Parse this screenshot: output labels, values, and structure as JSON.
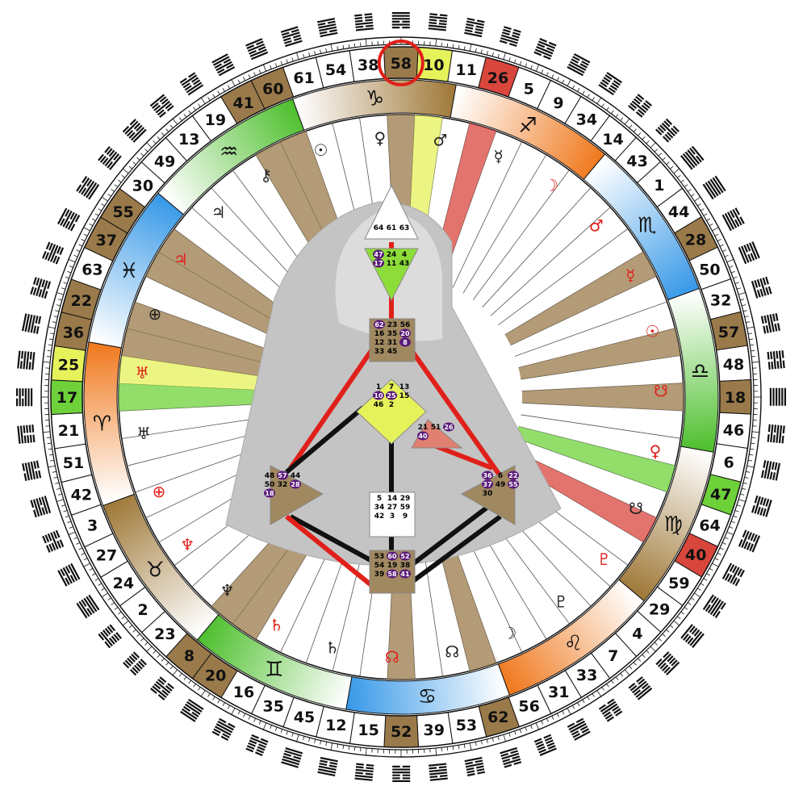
{
  "wheel": {
    "gate_sequence": [
      "10",
      "11",
      "26",
      "5",
      "9",
      "34",
      "14",
      "43",
      "1",
      "44",
      "28",
      "50",
      "32",
      "57",
      "48",
      "18",
      "46",
      "6",
      "47",
      "64",
      "40",
      "59",
      "29",
      "4",
      "7",
      "33",
      "31",
      "56",
      "62",
      "53",
      "39",
      "52",
      "15",
      "12",
      "45",
      "35",
      "16",
      "20",
      "8",
      "23",
      "2",
      "24",
      "27",
      "3",
      "42",
      "51",
      "21",
      "17",
      "25",
      "36",
      "22",
      "63",
      "37",
      "55",
      "30",
      "49",
      "13",
      "19",
      "41",
      "60",
      "61",
      "54",
      "38",
      "58"
    ],
    "highlighted_gates": {
      "10": "#e6f25a",
      "26": "#d9463c",
      "28": "#9a7a4a",
      "57": "#9a7a4a",
      "18": "#9a7a4a",
      "47": "#6fd13a",
      "40": "#d9463c",
      "62": "#9a7a4a",
      "52": "#9a7a4a",
      "20": "#9a7a4a",
      "8": "#9a7a4a",
      "17": "#6fd13a",
      "25": "#e6f25a",
      "36": "#9a7a4a",
      "22": "#9a7a4a",
      "37": "#9a7a4a",
      "55": "#9a7a4a",
      "41": "#9a7a4a",
      "60": "#9a7a4a",
      "58": "#9a7a4a"
    },
    "circled_gate": "58",
    "circle_color": "#e0201a"
  },
  "zodiac": [
    {
      "glyph": "♑",
      "name": "capricorn"
    },
    {
      "glyph": "♐",
      "name": "sagittarius"
    },
    {
      "glyph": "♏",
      "name": "scorpio"
    },
    {
      "glyph": "♎",
      "name": "libra"
    },
    {
      "glyph": "♍",
      "name": "virgo"
    },
    {
      "glyph": "♌",
      "name": "leo"
    },
    {
      "glyph": "♋",
      "name": "cancer"
    },
    {
      "glyph": "♊",
      "name": "gemini"
    },
    {
      "glyph": "♉",
      "name": "taurus"
    },
    {
      "glyph": "♈",
      "name": "aries"
    },
    {
      "glyph": "♓",
      "name": "pisces"
    },
    {
      "glyph": "♒",
      "name": "aquarius"
    }
  ],
  "planets": [
    {
      "glyph": "☉",
      "color": "#222222",
      "name": "sun-black"
    },
    {
      "glyph": "♀",
      "color": "#222222",
      "name": "venus-black"
    },
    {
      "glyph": "♂",
      "color": "#222222",
      "name": "mars-black"
    },
    {
      "glyph": "☿",
      "color": "#222222",
      "name": "mercury-black"
    },
    {
      "glyph": "☽",
      "color": "#e0201a",
      "name": "moon-red"
    },
    {
      "glyph": "♂",
      "color": "#e0201a",
      "name": "mars-red"
    },
    {
      "glyph": "☿",
      "color": "#e0201a",
      "name": "mercury-red"
    },
    {
      "glyph": "☉",
      "color": "#e0201a",
      "name": "sun-red"
    },
    {
      "glyph": "☋",
      "color": "#e0201a",
      "name": "south-node-red"
    },
    {
      "glyph": "♀",
      "color": "#e0201a",
      "name": "venus-red"
    },
    {
      "glyph": "☋",
      "color": "#222222",
      "name": "south-node-black"
    },
    {
      "glyph": "♇",
      "color": "#e0201a",
      "name": "pluto-red"
    },
    {
      "glyph": "♇",
      "color": "#222222",
      "name": "pluto-black"
    },
    {
      "glyph": "☽",
      "color": "#222222",
      "name": "moon-black"
    },
    {
      "glyph": "☊",
      "color": "#222222",
      "name": "north-node-black"
    },
    {
      "glyph": "☊",
      "color": "#e0201a",
      "name": "north-node-red"
    },
    {
      "glyph": "♄",
      "color": "#222222",
      "name": "saturn-black"
    },
    {
      "glyph": "♄",
      "color": "#e0201a",
      "name": "saturn-red"
    },
    {
      "glyph": "♆",
      "color": "#222222",
      "name": "neptune-black"
    },
    {
      "glyph": "♆",
      "color": "#e0201a",
      "name": "neptune-red"
    },
    {
      "glyph": "⊕",
      "color": "#e0201a",
      "name": "earth-red"
    },
    {
      "glyph": "♅",
      "color": "#222222",
      "name": "uranus-black"
    },
    {
      "glyph": "♅",
      "color": "#e0201a",
      "name": "uranus-red"
    },
    {
      "glyph": "⊕",
      "color": "#222222",
      "name": "earth-black"
    },
    {
      "glyph": "♃",
      "color": "#e0201a",
      "name": "jupiter-red"
    },
    {
      "glyph": "♃",
      "color": "#222222",
      "name": "jupiter-black"
    },
    {
      "glyph": "⚷",
      "color": "#222222",
      "name": "chiron-black"
    }
  ],
  "bodygraph": {
    "head": {
      "gates": [
        "64",
        "61",
        "63"
      ]
    },
    "ajna": {
      "gates": [
        "47",
        "24",
        "4",
        "17",
        "11",
        "43"
      ]
    },
    "throat": {
      "gates": [
        "62",
        "23",
        "56",
        "16",
        "35",
        "20",
        "12",
        "31",
        "8",
        "33",
        "45"
      ]
    },
    "g": {
      "gates": [
        "1",
        "7",
        "13",
        "10",
        "25",
        "15",
        "46",
        "2"
      ]
    },
    "ego": {
      "gates": [
        "21",
        "51",
        "26",
        "40"
      ]
    },
    "spleen": {
      "gates": [
        "48",
        "57",
        "44",
        "50",
        "32",
        "28",
        "18"
      ]
    },
    "solar": {
      "gates": [
        "36",
        "6",
        "22",
        "37",
        "49",
        "55",
        "30"
      ]
    },
    "sacral": {
      "gates": [
        "5",
        "14",
        "29",
        "34",
        "27",
        "59",
        "42",
        "3",
        "9"
      ]
    },
    "root": {
      "gates": [
        "53",
        "60",
        "52",
        "54",
        "19",
        "38",
        "39",
        "58",
        "41"
      ]
    },
    "activated": [
      "47",
      "17",
      "62",
      "20",
      "8",
      "10",
      "25",
      "26",
      "40",
      "57",
      "28",
      "18",
      "22",
      "37",
      "36",
      "55",
      "60",
      "52",
      "58",
      "41"
    ]
  }
}
